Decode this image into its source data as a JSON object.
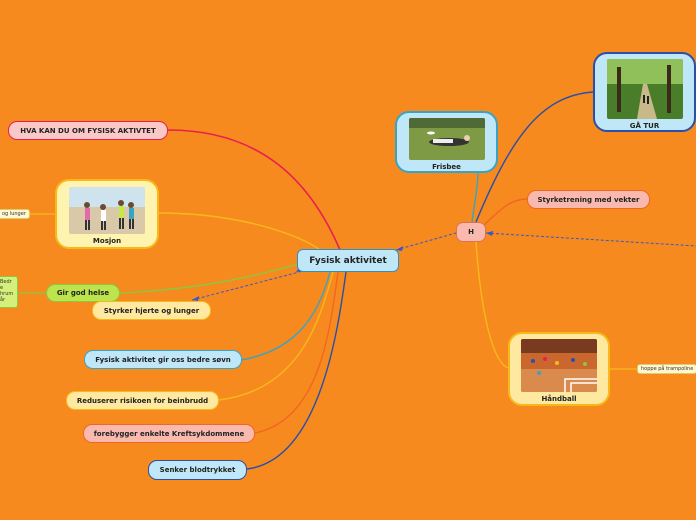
{
  "center": {
    "label": "Fysisk aktivitet"
  },
  "hub": {
    "label": "H"
  },
  "left_topics": {
    "question": "HVA KAN DU OM FYSISK AKTIVTET",
    "mosjon": "Mosjon",
    "health": "Gir god helse",
    "heart": "Styrker hjerte og lunger",
    "sleep": "Fysisk aktivitet gir oss bedre søvn",
    "fracture": "Reduserer risikoen for beinbrudd",
    "cancer": "forebygger enkelte Kreftsykdommene",
    "pressure": "Senker blodtrykket"
  },
  "right_topics": {
    "frisbee": "Frisbee",
    "walk": "GÅ TUR",
    "strength": "Styrketrening med vekter",
    "handball": "Håndball"
  },
  "edge_labels": {
    "lungs_fragment": "og lunger",
    "green_fragment": [
      "Bedr",
      "e",
      "hrum",
      "år"
    ],
    "trampoline": "hoppe på trampoline"
  },
  "colors": {
    "background": "#f68a1f",
    "blue_node": "#bfe7f7",
    "yellow_node": "#ffe9a0",
    "pink_node": "#f9b9ae",
    "green_node": "#bde44a",
    "magenta_link": "#e8204f"
  }
}
